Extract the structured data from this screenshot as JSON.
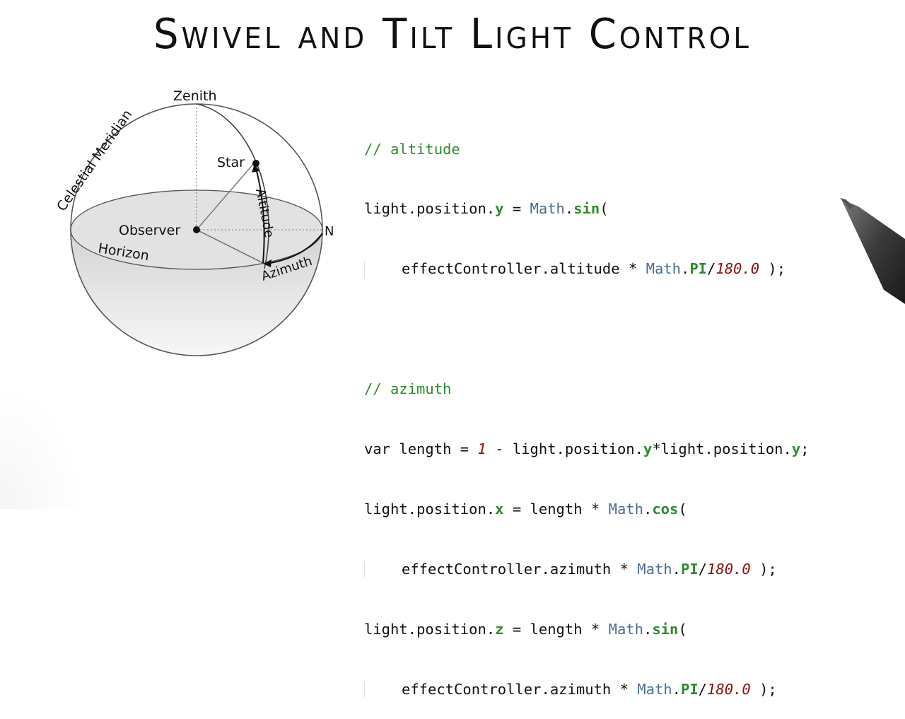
{
  "title": "Swivel and Tilt Light Control",
  "diagram": {
    "labels": {
      "zenith": "Zenith",
      "meridian": "Celestial Meridian",
      "star": "Star",
      "altitude": "Altitude",
      "observer": "Observer",
      "north": "N",
      "horizon": "Horizon",
      "azimuth": "Azimuth"
    }
  },
  "code": {
    "comment_altitude": "// altitude",
    "comment_azimuth": "// azimuth",
    "light": "light",
    "position": "position",
    "y": "y",
    "x": "x",
    "z": "z",
    "math": "Math",
    "sin": "sin",
    "cos": "cos",
    "pi": "PI",
    "effect": "effectController",
    "altitude": "altitude",
    "azimuth": "azimuth",
    "divisor": "180.0",
    "one": "1",
    "var_kw": "var length = ",
    "length": "length"
  },
  "colors": {
    "comment": "#2e8b2e",
    "keyword": "#4a6d94",
    "number": "#8b1010"
  }
}
